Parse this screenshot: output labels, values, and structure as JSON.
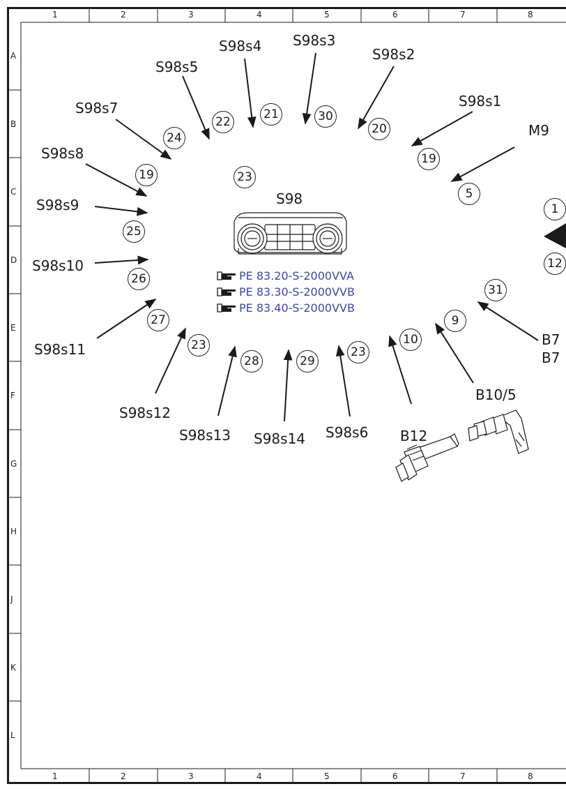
{
  "frame": {
    "columns": [
      "1",
      "2",
      "3",
      "4",
      "5",
      "6",
      "7",
      "8"
    ],
    "rows": [
      "A",
      "B",
      "C",
      "D",
      "E",
      "F",
      "G",
      "H",
      "J",
      "K",
      "L"
    ]
  },
  "component": {
    "label": "S98"
  },
  "references": [
    {
      "text": "PE 83.20-S-2000VVA"
    },
    {
      "text": "PE 83.30-S-2000VVB"
    },
    {
      "text": "PE 83.40-S-2000VVB"
    }
  ],
  "callouts": {
    "s98s4": "S98s4",
    "s98s3": "S98s3",
    "s98s2": "S98s2",
    "s98s5": "S98s5",
    "s98s7": "S98s7",
    "s98s1": "S98s1",
    "m9": "M9",
    "s98s8": "S98s8",
    "s98s9": "S98s9",
    "s98s10": "S98s10",
    "s98s11": "S98s11",
    "s98s12": "S98s12",
    "s98s13": "S98s13",
    "s98s14": "S98s14",
    "s98s6": "S98s6",
    "b12": "B12",
    "b10_5": "B10/5",
    "b7a": "B7",
    "b7b": "B7"
  },
  "pins": {
    "p21": "21",
    "p30": "30",
    "p22": "22",
    "p20": "20",
    "p24": "24",
    "p19a": "19",
    "p19b": "19",
    "p23a": "23",
    "p5": "5",
    "p1": "1",
    "p25": "25",
    "p12": "12",
    "p26": "26",
    "p31": "31",
    "p27": "27",
    "p9": "9",
    "p23b": "23",
    "p10": "10",
    "p28": "28",
    "p29": "29",
    "p23c": "23"
  },
  "colors": {
    "reference_text": "#3a49a0",
    "line": "#1a1a1a"
  }
}
